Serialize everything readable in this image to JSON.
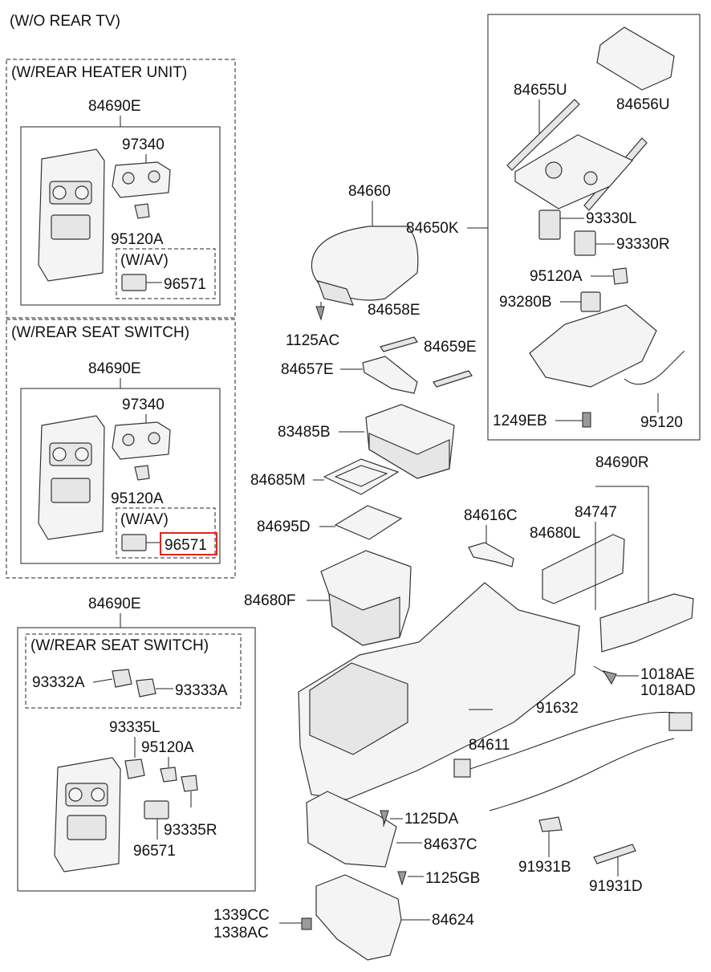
{
  "headers": {
    "wo_rear_tv": "(W/O REAR TV)",
    "w_rear_heater_unit": "(W/REAR HEATER UNIT)",
    "w_rear_seat_switch_1": "(W/REAR SEAT SWITCH)",
    "w_rear_seat_switch_2": "(W/REAR SEAT SWITCH)",
    "w_av_1": "(W/AV)",
    "w_av_2": "(W/AV)"
  },
  "labels": {
    "p84690E_a": "84690E",
    "p97340_a": "97340",
    "p95120A_a": "95120A",
    "p96571_a": "96571",
    "p84690E_b": "84690E",
    "p97340_b": "97340",
    "p95120A_b": "95120A",
    "p96571_b": "96571",
    "p84690E_c": "84690E",
    "p93332A": "93332A",
    "p93333A": "93333A",
    "p93335L": "93335L",
    "p95120A_c": "95120A",
    "p93335R": "93335R",
    "p96571_c": "96571",
    "p84660": "84660",
    "p1125AC": "1125AC",
    "p84658E": "84658E",
    "p84659E": "84659E",
    "p84657E": "84657E",
    "p83485B": "83485B",
    "p84685M": "84685M",
    "p84695D": "84695D",
    "p84680F": "84680F",
    "p84616C": "84616C",
    "p84680L": "84680L",
    "p84747": "84747",
    "p84690R": "84690R",
    "p1018AE": "1018AE",
    "p1018AD": "1018AD",
    "p91632": "91632",
    "p84611": "84611",
    "p1125DA": "1125DA",
    "p84637C": "84637C",
    "p1125GB": "1125GB",
    "p91931B": "91931B",
    "p91931D": "91931D",
    "p1339CC": "1339CC",
    "p1338AC": "1338AC",
    "p84624": "84624",
    "p84655U": "84655U",
    "p84656U": "84656U",
    "p84650K": "84650K",
    "p93330L": "93330L",
    "p93330R": "93330R",
    "p95120A_d": "95120A",
    "p93280B": "93280B",
    "p1249EB": "1249EB",
    "p95120": "95120"
  },
  "highlight": {
    "part": "96571",
    "color": "#e0261b"
  }
}
